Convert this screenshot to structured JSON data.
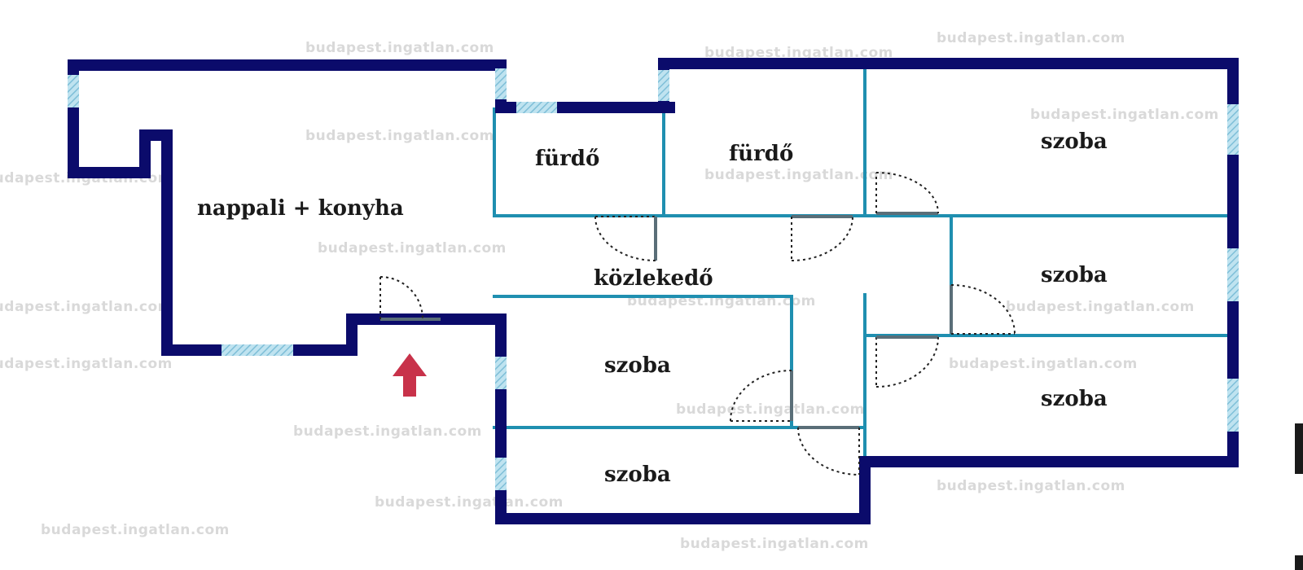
{
  "rooms": {
    "living_kitchen": "nappali + konyha",
    "bath_1": "fürdő",
    "bath_2": "fürdő",
    "hallway": "közlekedő",
    "room_top_right": "szoba",
    "room_mid_right": "szoba",
    "room_bottom_right": "szoba",
    "room_center": "szoba",
    "room_bottom": "szoba"
  },
  "watermark": "budapest.ingatlan.com",
  "colors": {
    "outer_wall": "#0b0b6b",
    "inner_wall": "#1f8fb0",
    "window": "#9fd3e6",
    "entrance_arrow": "#c8324a"
  },
  "icons": {
    "entrance": "up-arrow-icon"
  }
}
